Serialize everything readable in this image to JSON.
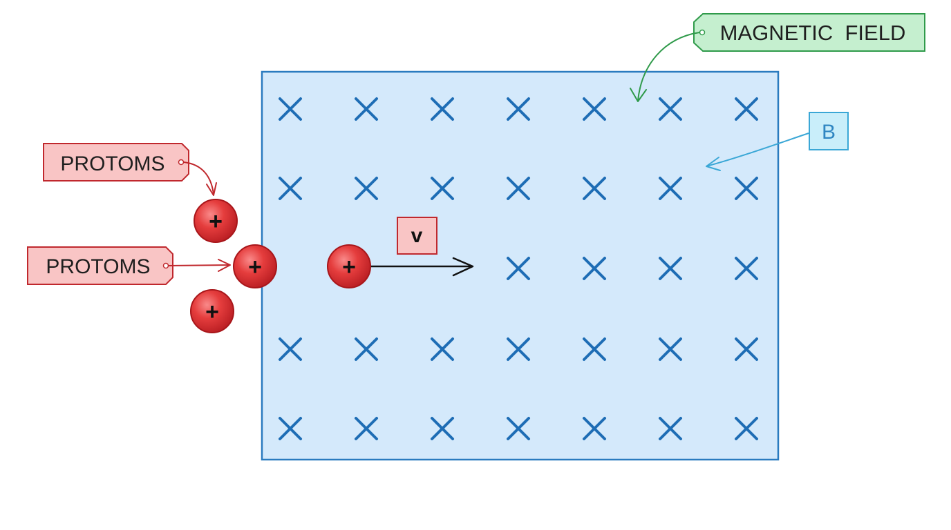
{
  "labels": {
    "magnetic_field": "MAGNETIC  FIELD",
    "field_symbol": "B",
    "velocity_symbol": "v",
    "proton_label_top": "PROTOMS",
    "proton_label_middle": "PROTOMS"
  },
  "proton": {
    "charge_symbol": "+",
    "count": 4
  },
  "field": {
    "direction_symbol": "×",
    "direction": "into-page",
    "rows": 5,
    "columns": 7,
    "missing_marks": [
      {
        "row": 3,
        "column": 1
      },
      {
        "row": 3,
        "column": 2
      },
      {
        "row": 3,
        "column": 3
      }
    ]
  },
  "colors": {
    "field_fill": "#d4e9fb",
    "field_border": "#2a7bbf",
    "cross_mark": "#1e6db5",
    "proton_fill": "#e03a3a",
    "proton_stroke": "#a8161a",
    "proton_label_fill": "#f9c5c5",
    "proton_label_border": "#c0282d",
    "magnetic_label_fill": "#c5efcf",
    "magnetic_label_border": "#2f9a4a",
    "b_label_fill": "#c9eefa",
    "b_label_border": "#3aa7d6",
    "v_label_fill": "#f9c5c5",
    "arrow": "#111111"
  }
}
